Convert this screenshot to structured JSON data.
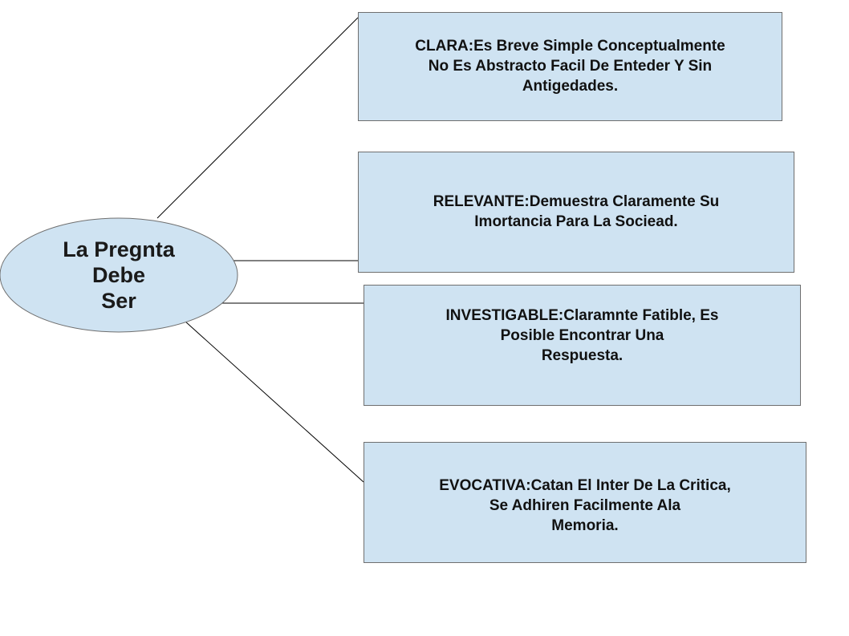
{
  "diagram": {
    "central_node": {
      "label": "La Pregnta\nDebe\nSer",
      "fill_color": "#cfe3f2"
    },
    "branches": [
      {
        "id": "clara",
        "text": "CLARA:Es Breve Simple Conceptualmente\nNo Es Abstracto Facil De Enteder Y Sin\nAntigedades."
      },
      {
        "id": "relevante",
        "text": "RELEVANTE:Demuestra Claramente Su\nImortancia Para La Sociead."
      },
      {
        "id": "investigable",
        "text": "INVESTIGABLE:Claramnte Fatible, Es\nPosible Encontrar Una\nRespuesta."
      },
      {
        "id": "evocativa",
        "text": "EVOCATIVA:Catan El Inter De La Critica,\nSe Adhiren Facilmente Ala\nMemoria."
      }
    ],
    "box_fill_color": "#cfe3f2",
    "line_color": "#000000"
  }
}
